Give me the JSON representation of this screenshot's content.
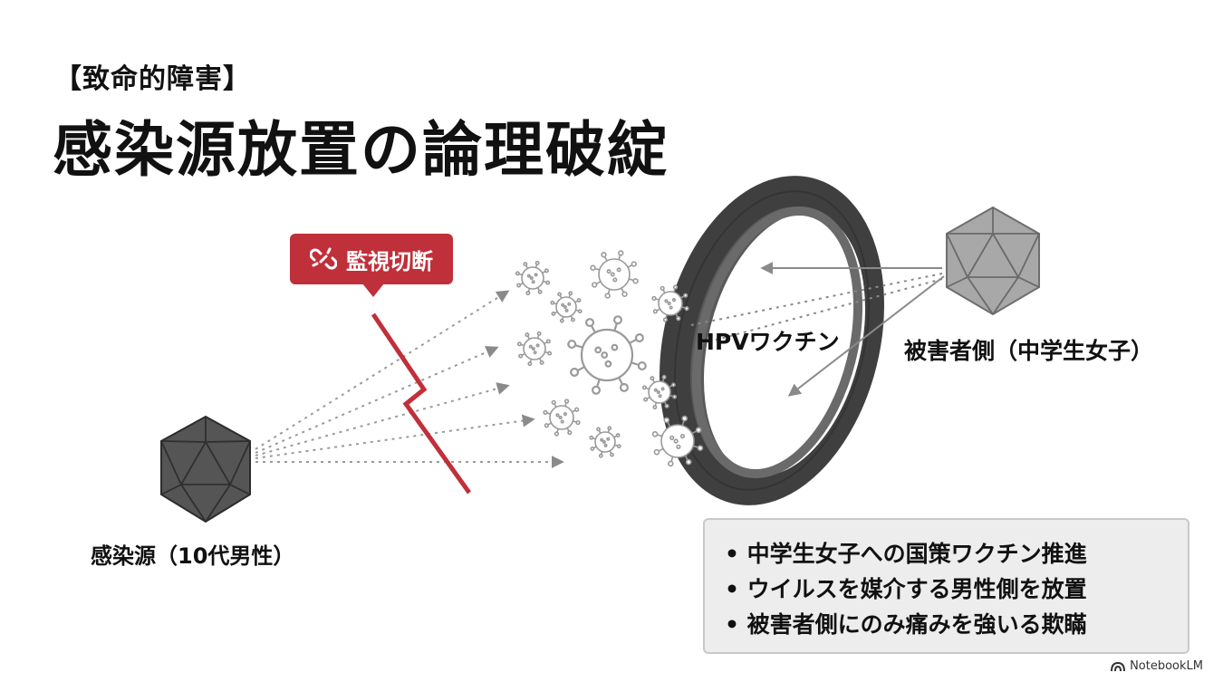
{
  "header": {
    "kicker": "【致命的障害】",
    "title": "感染源放置の論理破綻"
  },
  "diagram": {
    "source_label": "感染源（10代男性）",
    "victim_label": "被害者側（中学生女子）",
    "vaccine_label": "HPVワクチン",
    "cut_label": "監視切断",
    "colors": {
      "accent_red": "#c0303a",
      "ring": "#4a4a4a",
      "source_shape": "#555555",
      "victim_shape": "#a8a8a8"
    }
  },
  "points": [
    "• 中学生女子への国策ワクチン推進",
    "• ウイルスを媒介する男性側を放置",
    "• 被害者側にのみ痛みを強いる欺瞞"
  ],
  "brand": {
    "name": "NotebookLM",
    "icon": "notebooklm-logo-icon"
  }
}
